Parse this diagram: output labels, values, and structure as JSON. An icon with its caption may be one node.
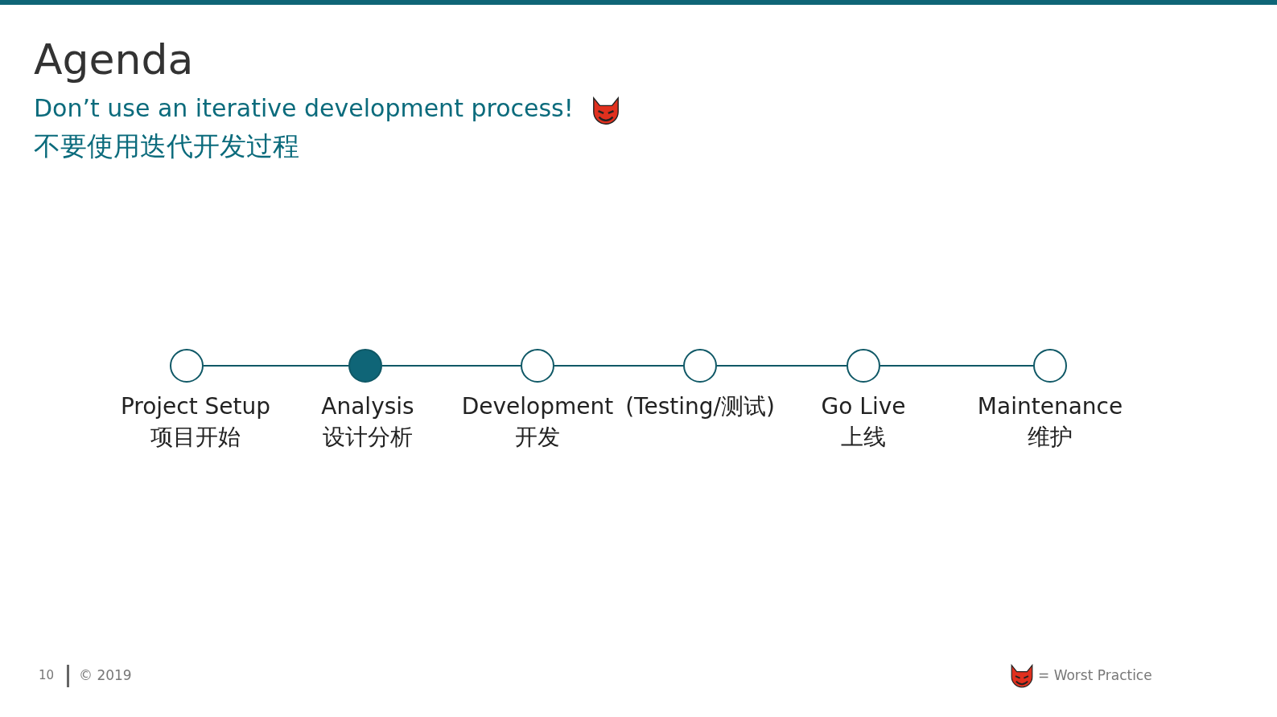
{
  "diagram": {
    "title": "Agenda",
    "nodes": [
      {
        "text": [
          "Project Setup",
          "项目开始"
        ]
      },
      {
        "text": [
          "Analysis",
          "设计分析"
        ]
      },
      {
        "text": [
          "Development",
          "开发"
        ]
      },
      {
        "text": [
          "(Testing/测试)"
        ]
      },
      {
        "text": [
          "Go Live",
          "上线"
        ]
      },
      {
        "text": [
          "Maintenance",
          "维护"
        ]
      }
    ],
    "edges": [
      {
        "from": 0,
        "to": 1,
        "arrow": "none"
      },
      {
        "from": 1,
        "to": 2,
        "arrow": "none"
      },
      {
        "from": 2,
        "to": 3,
        "arrow": "none"
      },
      {
        "from": 3,
        "to": 4,
        "arrow": "none"
      },
      {
        "from": 4,
        "to": 5,
        "arrow": "none"
      }
    ],
    "labels": [
      "Don’t use an iterative development process!",
      "不要使用迭代开发过程",
      "10",
      "© 2019",
      "= Worst Practice"
    ]
  }
}
